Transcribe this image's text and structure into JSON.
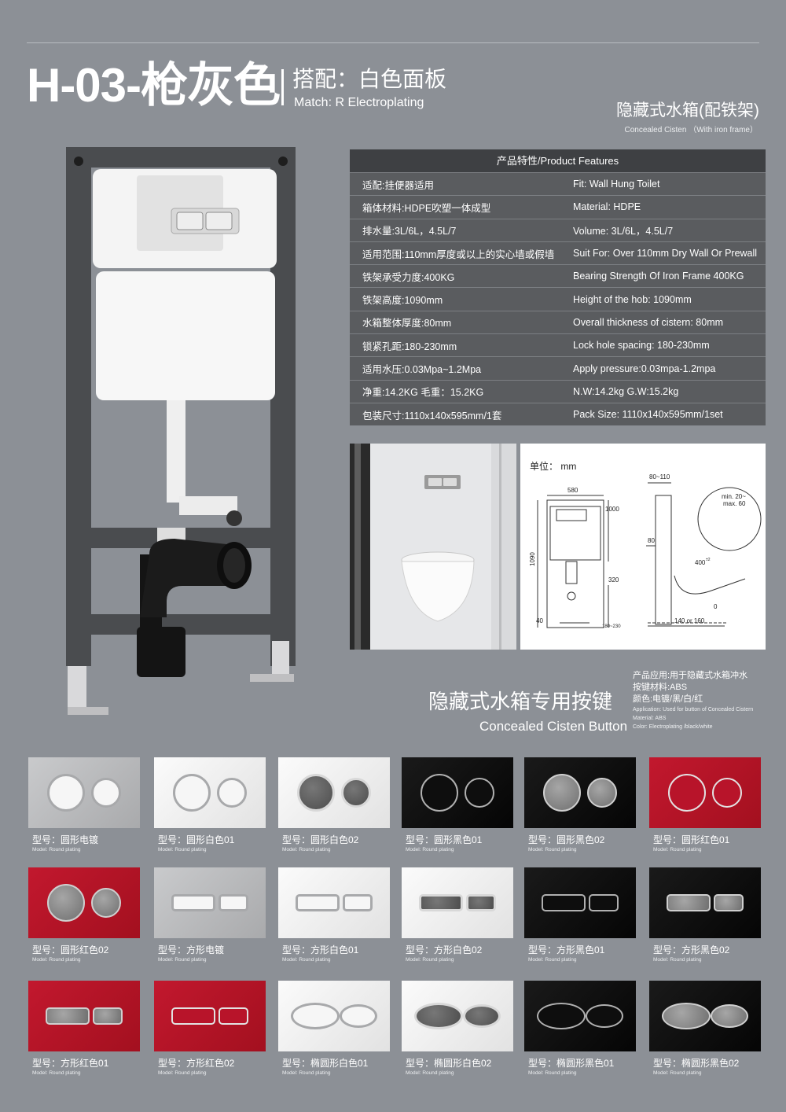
{
  "header": {
    "model": "H-03-枪灰色",
    "match_cn": "搭配：白色面板",
    "match_en": "Match: R Electroplating",
    "cistern_cn": "隐藏式水箱(配铁架)",
    "cistern_en": "Concealed  Cisten （With iron frame）"
  },
  "spec": {
    "title": "产品特性/Product Features",
    "rows": [
      {
        "cn": "适配:挂便器适用",
        "en": "Fit: Wall Hung Toilet"
      },
      {
        "cn": "箱体材料:HDPE吹塑一体成型",
        "en": "Material: HDPE"
      },
      {
        "cn": "排水量:3L/6L，4.5L/7",
        "en": "Volume: 3L/6L，4.5L/7"
      },
      {
        "cn": "适用范围:110mm厚度或以上的实心墙或假墙",
        "en": "Suit For: Over 110mm Dry Wall Or Prewall"
      },
      {
        "cn": "铁架承受力度:400KG",
        "en": "Bearing Strength Of Iron Frame 400KG"
      },
      {
        "cn": "铁架高度:1090mm",
        "en": "Height of the hob: 1090mm"
      },
      {
        "cn": "水箱整体厚度:80mm",
        "en": "Overall thickness of cistern: 80mm"
      },
      {
        "cn": "锁紧孔距:180-230mm",
        "en": "Lock hole spacing: 180-230mm"
      },
      {
        "cn": "适用水压:0.03Mpa~1.2Mpa",
        "en": "Apply pressure:0.03mpa-1.2mpa"
      },
      {
        "cn": "净重:14.2KG  毛重：15.2KG",
        "en": "N.W:14.2kg   G.W:15.2kg"
      },
      {
        "cn": "包装尺寸:1110x140x595mm/1套",
        "en": "Pack Size: 1110x140x595mm/1set"
      }
    ]
  },
  "drawing": {
    "unit": "单位：  mm",
    "dims": {
      "width": "580",
      "height": "1090",
      "top": "1000",
      "mid": "320",
      "bottom": "40",
      "depth": "80~110",
      "depth2": "80",
      "min": "min. 20~",
      "max": "max. 60",
      "h400": "400",
      "h400_tol": "±2",
      "base": "140 or 160",
      "zero": "0",
      "lock": "180~230"
    }
  },
  "buttons_section": {
    "title_cn": "隐藏式水箱专用按键",
    "title_en": "Concealed  Cisten Button",
    "info": [
      "产品应用:用于隐藏式水箱冲水",
      "按键材料:ABS",
      "颜色:电镀/黑/白/红"
    ],
    "info_en": [
      "Application: Used for button of Concealed Cistern",
      "Material: ABS",
      "Color: Electroplating /black/white"
    ]
  },
  "swatches": [
    {
      "label": "型号：圆形电镀",
      "sub": "Model: Round plating"
    },
    {
      "label": "型号：圆形白色01",
      "sub": "Model: Round plating"
    },
    {
      "label": "型号：圆形白色02",
      "sub": "Model: Round plating"
    },
    {
      "label": "型号：圆形黑色01",
      "sub": "Model: Round plating"
    },
    {
      "label": "型号：圆形黑色02",
      "sub": "Model: Round plating"
    },
    {
      "label": "型号：圆形红色01",
      "sub": "Model: Round plating"
    },
    {
      "label": "型号：圆形红色02",
      "sub": "Model: Round plating"
    },
    {
      "label": "型号：方形电镀",
      "sub": "Model: Round plating"
    },
    {
      "label": "型号：方形白色01",
      "sub": "Model: Round plating"
    },
    {
      "label": "型号：方形白色02",
      "sub": "Model: Round plating"
    },
    {
      "label": "型号：方形黑色01",
      "sub": "Model: Round plating"
    },
    {
      "label": "型号：方形黑色02",
      "sub": "Model: Round plating"
    },
    {
      "label": "型号：方形红色01",
      "sub": "Model: Round plating"
    },
    {
      "label": "型号：方形红色02",
      "sub": "Model: Round plating"
    },
    {
      "label": "型号：椭圆形白色01",
      "sub": "Model: Round plating"
    },
    {
      "label": "型号：椭圆形白色02",
      "sub": "Model: Round plating"
    },
    {
      "label": "型号：椭圆形黑色01",
      "sub": "Model: Round plating"
    },
    {
      "label": "型号：椭圆形黑色02",
      "sub": "Model: Round plating"
    }
  ],
  "colors": {
    "page_bg": "#8c9096",
    "table_bg": "#5a5c5f",
    "table_head": "#3e4043",
    "frame": "#4a4c4f",
    "red": "#b8142a",
    "black": "#121212",
    "white": "#f2f2f2",
    "plating": "#b6b7b9"
  }
}
